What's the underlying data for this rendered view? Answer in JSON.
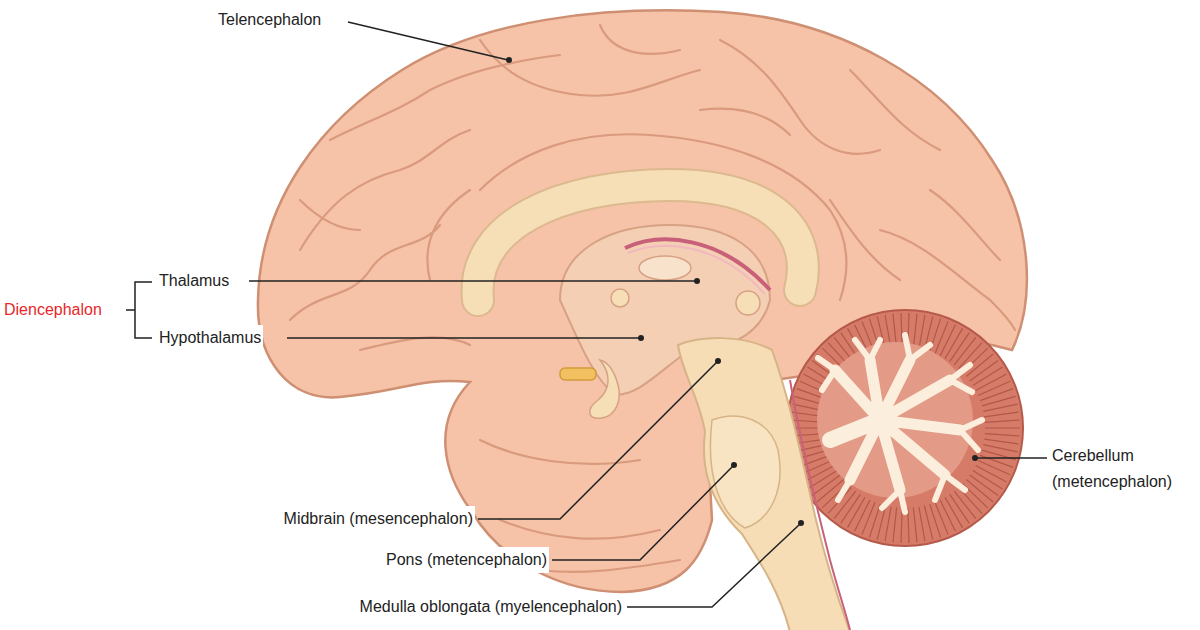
{
  "diagram": {
    "labels": [
      "Telencephalon",
      "Diencephalon",
      "Thalamus",
      "Hypothalamus",
      "Midbrain (mesencephalon)",
      "Pons (metencephalon)",
      "Medulla oblongata (myelencephalon)",
      "Cerebellum (metencephalon)"
    ]
  }
}
